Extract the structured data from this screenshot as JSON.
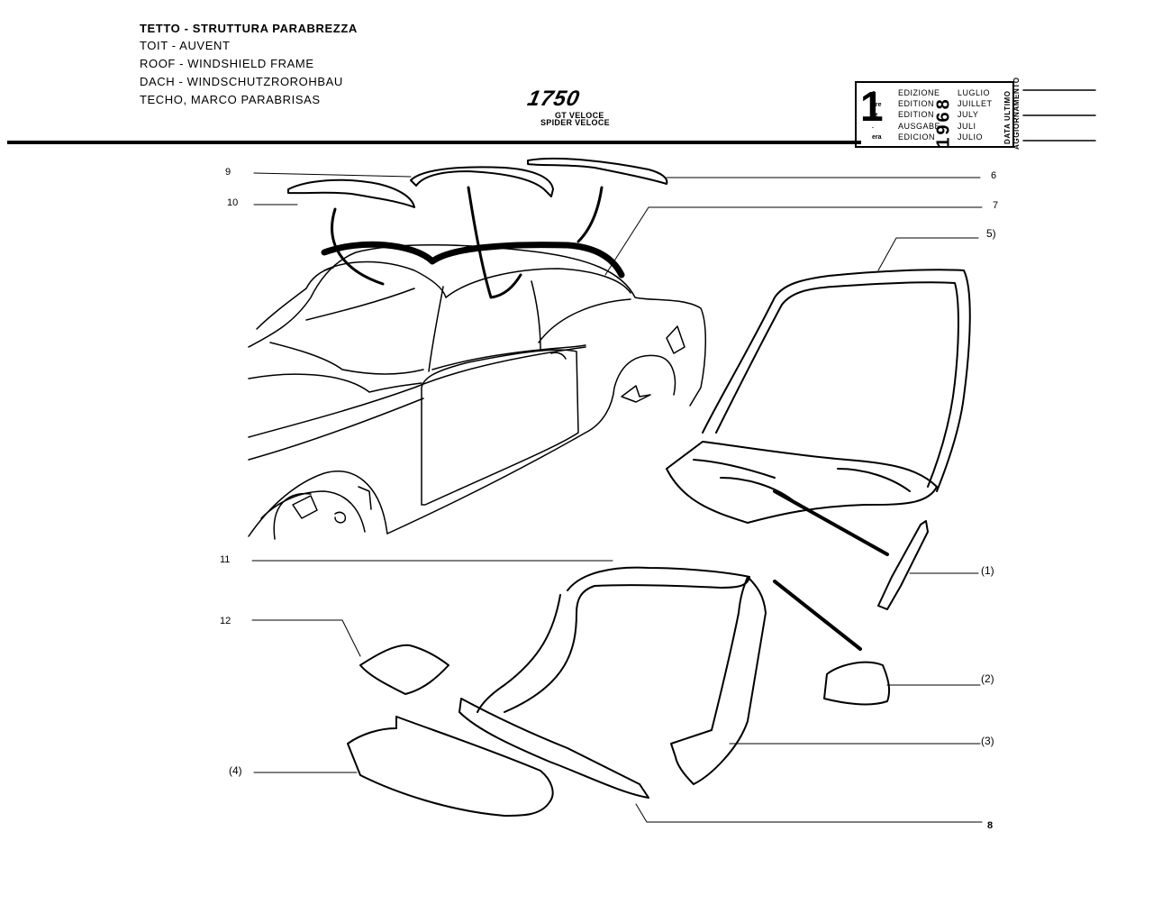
{
  "header": {
    "titles": [
      "TETTO - STRUTTURA PARABREZZA",
      "TOIT - AUVENT",
      "ROOF - WINDSHIELD FRAME",
      "DACH - WINDSCHUTZROROHBAU",
      "TECHO, MARCO PARABRISAS"
    ],
    "model": "1750",
    "model_variants": [
      "GT VELOCE",
      "SPIDER VELOCE"
    ]
  },
  "edition_box": {
    "number": "1",
    "suffixes": [
      "a",
      "ere",
      "st",
      ".",
      "era"
    ],
    "labels": [
      "EDIZIONE",
      "EDITION",
      "EDITION",
      "AUSGABE",
      "EDICION"
    ],
    "months": [
      "LUGLIO",
      "JUILLET",
      "JULY",
      "JULI",
      "JULIO"
    ],
    "year": "1968",
    "update_labels": [
      "DATA ULTIMO",
      "AGGIORNAMENTO"
    ]
  },
  "callouts": {
    "c9": "9",
    "c10": "10",
    "c6": "6",
    "c7": "7",
    "c5": "5)",
    "c1": "(1)",
    "c11": "11",
    "c12": "12",
    "c2": "(2)",
    "c3": "(3)",
    "c4": "(4)",
    "c8": "8"
  }
}
